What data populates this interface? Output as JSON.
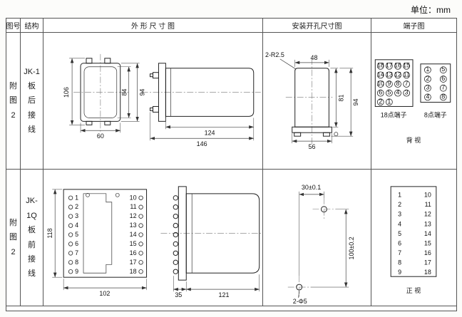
{
  "unit_label": "单位：mm",
  "headers": {
    "fig_no": "图号",
    "structure": "结构",
    "outline": "外 形 尺 寸 图",
    "mounting": "安装开孔尺寸图",
    "terminal": "端子图"
  },
  "rows": [
    {
      "fig_no": "附\n图\n2",
      "structure": "JK-1\n板\n后\n接\n线",
      "outline": {
        "height_overall": "106",
        "height_inner": "84",
        "height_outer": "94",
        "width": "60",
        "body_length": "124",
        "total_length": "146"
      },
      "mounting": {
        "corner_note": "2-R2.5",
        "width_top": "48",
        "height_inner": "81",
        "height_outer": "94",
        "width_bottom": "56"
      },
      "terminal": {
        "grid18": [
          [
            "18",
            "17",
            "16",
            "15"
          ],
          [
            "14",
            "13",
            "12",
            "11"
          ],
          [
            "10",
            "9",
            "8",
            "7"
          ],
          [
            "6",
            "5",
            "4",
            "3"
          ],
          [
            "2",
            "1"
          ]
        ],
        "grid8": [
          [
            "1",
            "5"
          ],
          [
            "2",
            "6"
          ],
          [
            "3",
            "7"
          ],
          [
            "4",
            "8"
          ]
        ],
        "label18": "18点端子",
        "label8": "8点端子",
        "view": "背 视"
      }
    },
    {
      "fig_no": "附\n图\n2",
      "structure": "JK-1Q\n板\n前\n接\n线",
      "outline": {
        "left_terminals": [
          "1",
          "2",
          "3",
          "4",
          "5",
          "6",
          "7",
          "8",
          "9"
        ],
        "right_terminals": [
          "10",
          "11",
          "12",
          "13",
          "14",
          "15",
          "16",
          "17",
          "18"
        ],
        "height": "118",
        "width": "102",
        "flange_depth": "35",
        "body_length": "121"
      },
      "mounting": {
        "hole_spacing_h": "30±0.1",
        "hole_spacing_v": "100±0.2",
        "hole_note": "2-Φ5"
      },
      "terminal": {
        "left_col": [
          "1",
          "2",
          "3",
          "4",
          "5",
          "6",
          "7",
          "8",
          "9"
        ],
        "right_col": [
          "10",
          "11",
          "12",
          "13",
          "14",
          "15",
          "16",
          "17",
          "18"
        ],
        "view": "正 视"
      }
    }
  ]
}
